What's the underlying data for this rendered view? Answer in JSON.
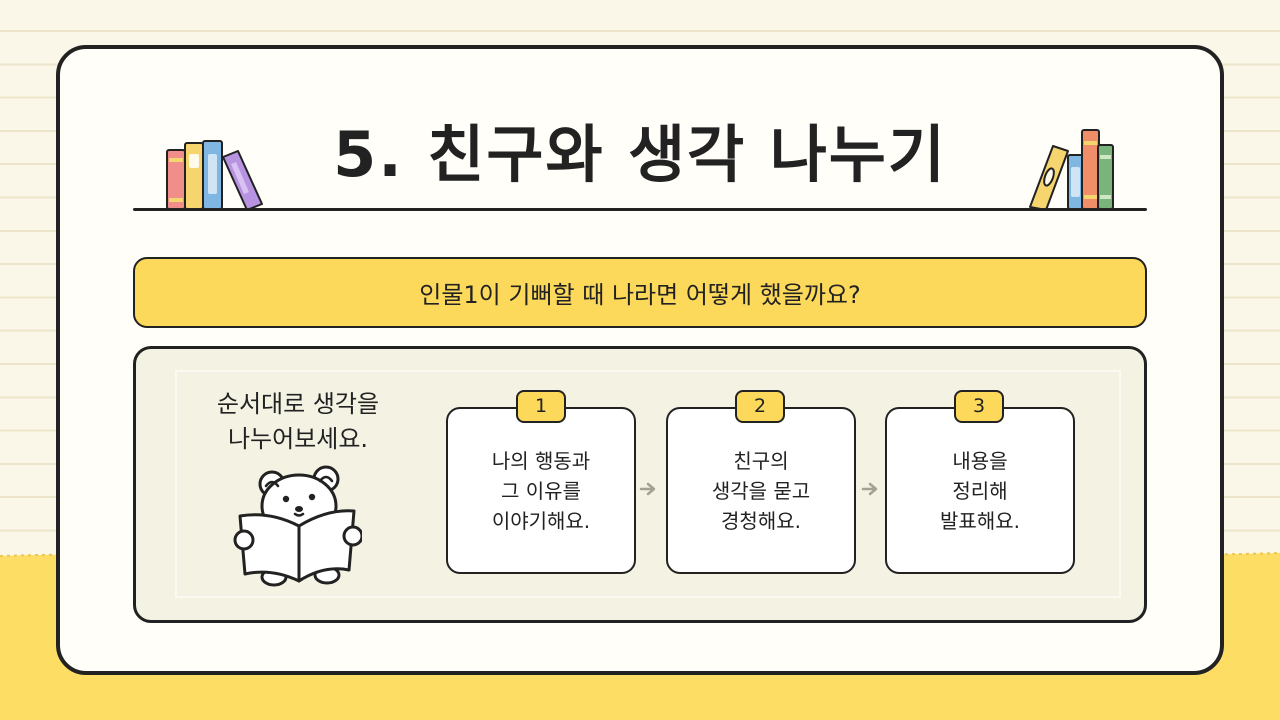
{
  "slide": {
    "title": "5. 친구와 생각 나누기",
    "question": "인물1이 기뻐할 때 나라면 어떻게 했을까요?",
    "instruction": [
      "순서대로 생각을",
      "나누어보세요."
    ],
    "steps": [
      {
        "number": "1",
        "lines": [
          "나의 행동과",
          "그 이유를",
          "이야기해요."
        ]
      },
      {
        "number": "2",
        "lines": [
          "친구의",
          "생각을 묻고",
          "경청해요."
        ]
      },
      {
        "number": "3",
        "lines": [
          "내용을",
          "정리해",
          "발표해요."
        ]
      }
    ]
  },
  "icons": {
    "left_books": "books-left-icon",
    "right_books": "books-right-icon",
    "mascot": "bear-reading-book-icon",
    "step_arrow": "arrow-right-icon"
  },
  "colors": {
    "background": "#fbf7e8",
    "bottom_band": "#fddd63",
    "accent_yellow": "#fdd95b",
    "panel": "#f3f2e3",
    "card": "#fffef9",
    "ink": "#222222",
    "arrow": "#a3a192"
  }
}
